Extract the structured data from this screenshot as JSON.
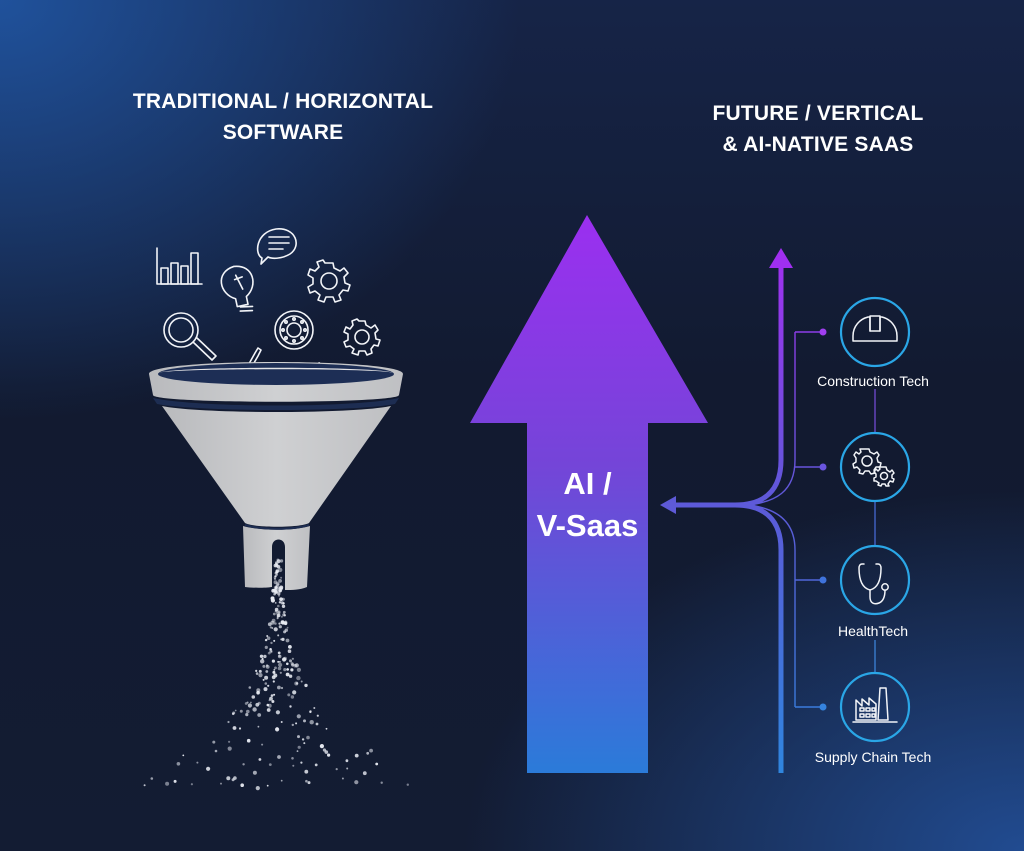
{
  "left_panel": {
    "title_lines": [
      "TRADITIONAL / HORIZONTAL",
      "SOFTWARE"
    ],
    "funnel_icons": [
      "bar-chart-icon",
      "lightbulb-icon",
      "chat-bubble-icon",
      "gear-icon",
      "magnifier-icon",
      "dial-icon",
      "gear-icon",
      "pen-tool-icon",
      "tools-icon"
    ],
    "funnel_color": "#c9c9cb"
  },
  "right_panel": {
    "title_lines": [
      "FUTURE / VERTICAL",
      "& AI-NATIVE SAAS"
    ],
    "big_arrow": {
      "label_lines": [
        "AI /",
        "V-Saas"
      ],
      "gradient_top": "#9b2ff0",
      "gradient_bottom": "#2b7bd9"
    },
    "verticals": [
      {
        "label": "Construction Tech",
        "icon": "hard-hat-icon"
      },
      {
        "label": "",
        "icon": "gears-icon"
      },
      {
        "label": "HealthTech",
        "icon": "stethoscope-icon"
      },
      {
        "label": "Supply Chain Tech",
        "icon": "factory-icon"
      }
    ],
    "circle_color": "#2aa6e6"
  }
}
